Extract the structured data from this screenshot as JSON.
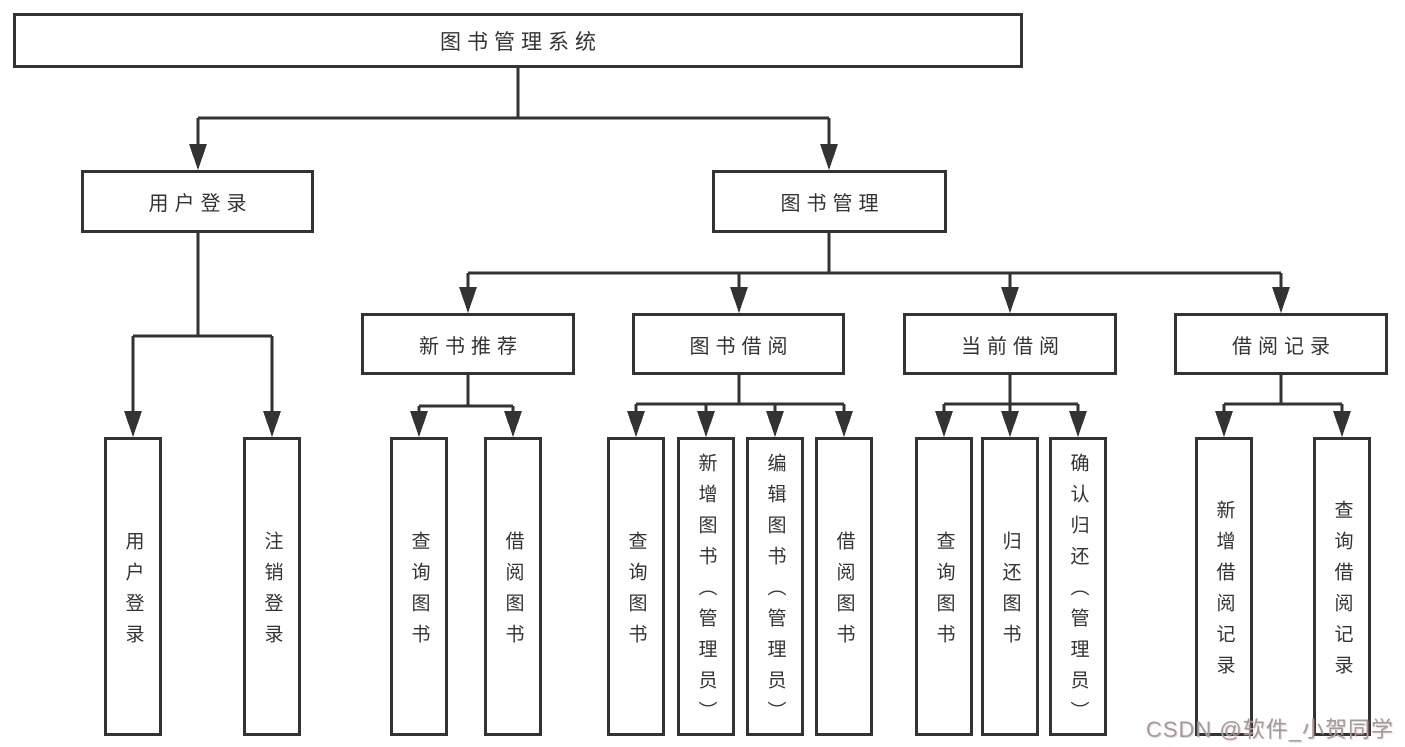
{
  "nodes": {
    "root": "图书管理系统",
    "user_login": "用户登录",
    "book_mgmt": "图书管理",
    "new_books": "新书推荐",
    "book_borrow": "图书借阅",
    "current_borrow": "当前借阅",
    "borrow_records": "借阅记录",
    "user_login_children": [
      "用户登录",
      "注销登录"
    ],
    "new_books_children": [
      "查询图书",
      "借阅图书"
    ],
    "book_borrow_children": [
      "查询图书",
      "新增图书（管理员）",
      "编辑图书（管理员）",
      "借阅图书"
    ],
    "current_borrow_children": [
      "查询图书",
      "归还图书",
      "确认归还（管理员）"
    ],
    "borrow_records_children": [
      "新增借阅记录",
      "查询借阅记录"
    ]
  },
  "watermark": "CSDN @软件_小贺同学",
  "colors": {
    "line": "#333333",
    "text": "#333333",
    "watermark": "#9d9d9d",
    "background": "#ffffff"
  }
}
